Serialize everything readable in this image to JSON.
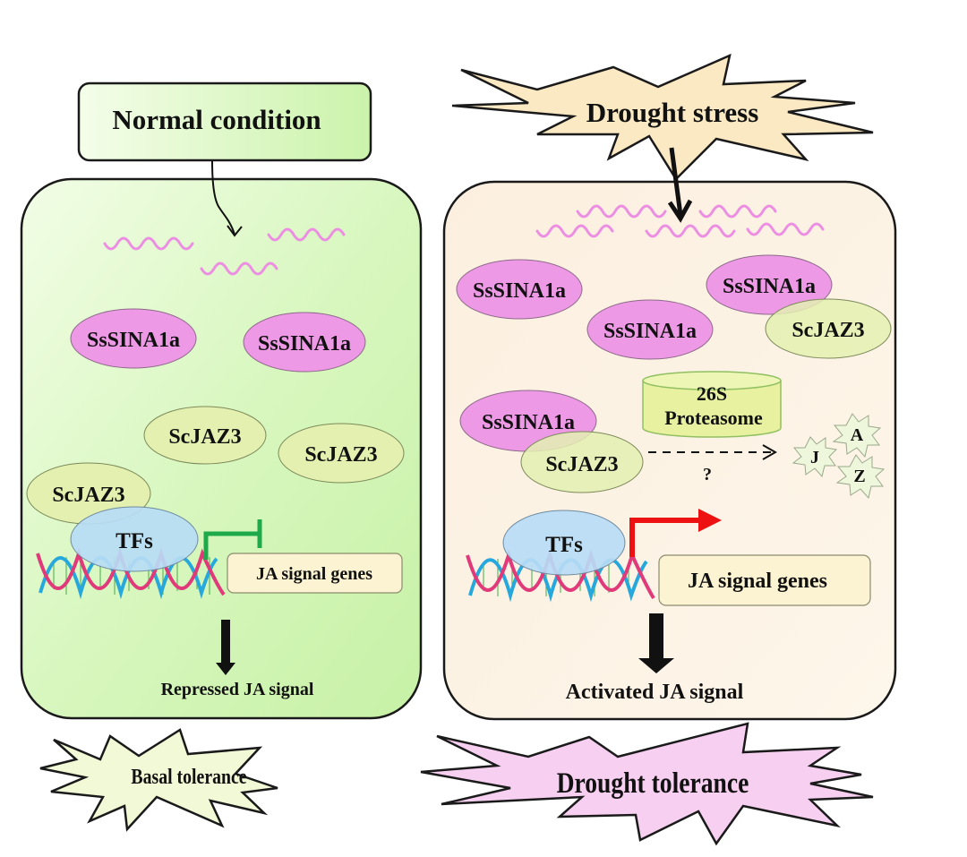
{
  "left_panel": {
    "condition_label": "Normal condition",
    "proteins": {
      "sina_1": "SsSINA1a",
      "sina_2": "SsSINA1a",
      "jaz_1": "ScJAZ3",
      "jaz_2": "ScJAZ3",
      "jaz_3": "ScJAZ3"
    },
    "tfs_label": "TFs",
    "genes_label": "JA signal genes",
    "output_label": "Repressed JA signal",
    "outcome_label": "Basal tolerance"
  },
  "right_panel": {
    "condition_label": "Drought stress",
    "proteins": {
      "sina_1": "SsSINA1a",
      "sina_2": "SsSINA1a",
      "sina_3": "SsSINA1a",
      "sina_4": "SsSINA1a",
      "jaz_1": "ScJAZ3",
      "jaz_2": "ScJAZ3"
    },
    "proteasome_line1": "26S",
    "proteasome_line2": "Proteasome",
    "degradation_question": "?",
    "fragments": [
      "J",
      "A",
      "Z"
    ],
    "tfs_label": "TFs",
    "genes_label": "JA signal genes",
    "output_label": "Activated JA signal",
    "outcome_label": "Drought tolerance"
  },
  "colors": {
    "sina": "#ee99e6",
    "jaz": "#e3f0b0",
    "tfs": "#b7dcf5",
    "genes_box": "#fcf3d2",
    "mrna": "#ec8fe2",
    "repress": "#1eaa4a",
    "activate": "#ee1111",
    "dna_a": "#e03a7a",
    "dna_b": "#27a8dc"
  }
}
